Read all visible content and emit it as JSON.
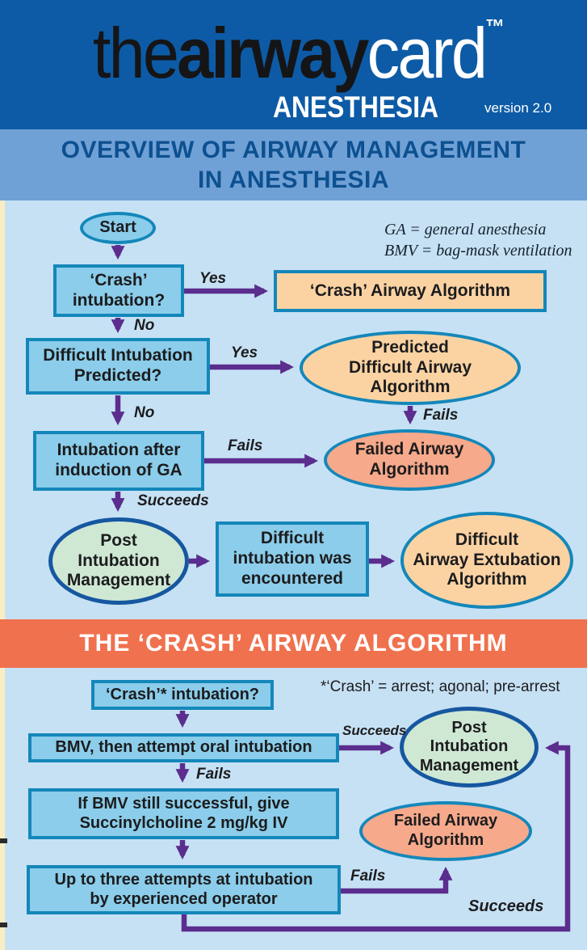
{
  "colors": {
    "header_blue": "#0d5ba6",
    "band_blue": "#6fa1d6",
    "band_text": "#0d5090",
    "content_bg": "#c6e1f4",
    "edge_strip": "#f9eec3",
    "node_blue": "#8bcdea",
    "teal_border": "#1487ba",
    "peach": "#fbd3a3",
    "salmon": "#f6a98b",
    "green": "#cfe8d4",
    "navy_border": "#1657a0",
    "arrow_purple": "#5b2d8e",
    "banner_orange": "#f0714e",
    "ink": "#1c1c1e",
    "white": "#ffffff"
  },
  "header": {
    "logo_the": "the",
    "logo_airway": "airway",
    "logo_card": "card",
    "trademark": "™",
    "subtitle": "ANESTHESIA",
    "version": "version 2.0"
  },
  "overview": {
    "title": "OVERVIEW OF AIRWAY MANAGEMENT\nIN ANESTHESIA",
    "legend": "GA = general anesthesia\nBMV = bag-mask ventilation",
    "nodes": {
      "start": "Start",
      "crash_question": "‘Crash’\nintubation?",
      "crash_algorithm": "‘Crash’ Airway Algorithm",
      "difficult_question": "Difficult Intubation\nPredicted?",
      "predicted_algorithm": "Predicted\nDifficult Airway\nAlgorithm",
      "intubation_ga": "Intubation after\ninduction of GA",
      "failed_algorithm": "Failed Airway\nAlgorithm",
      "post_intubation": "Post\nIntubation\nManagement",
      "difficult_encountered": "Difficult\nintubation was\nencountered",
      "extubation_algorithm": "Difficult\nAirway Extubation\nAlgorithm"
    },
    "labels": {
      "yes1": "Yes",
      "no1": "No",
      "yes2": "Yes",
      "no2": "No",
      "fails1": "Fails",
      "fails2": "Fails",
      "succeeds": "Succeeds"
    }
  },
  "crash": {
    "title": "THE ‘CRASH’ AIRWAY ALGORITHM",
    "footnote": "*‘Crash’ = arrest; agonal; pre-arrest",
    "nodes": {
      "crash_question": "‘Crash’* intubation?",
      "bmv": "BMV, then attempt oral intubation",
      "post_intubation": "Post\nIntubation\nManagement",
      "if_bmv": "If BMV still successful, give\nSuccinylcholine 2 mg/kg IV",
      "failed_algorithm": "Failed Airway\nAlgorithm",
      "three_attempts": "Up to three attempts at intubation\nby experienced operator"
    },
    "labels": {
      "succeeds1": "Succeeds",
      "fails1": "Fails",
      "fails2": "Fails",
      "succeeds2": "Succeeds"
    }
  }
}
